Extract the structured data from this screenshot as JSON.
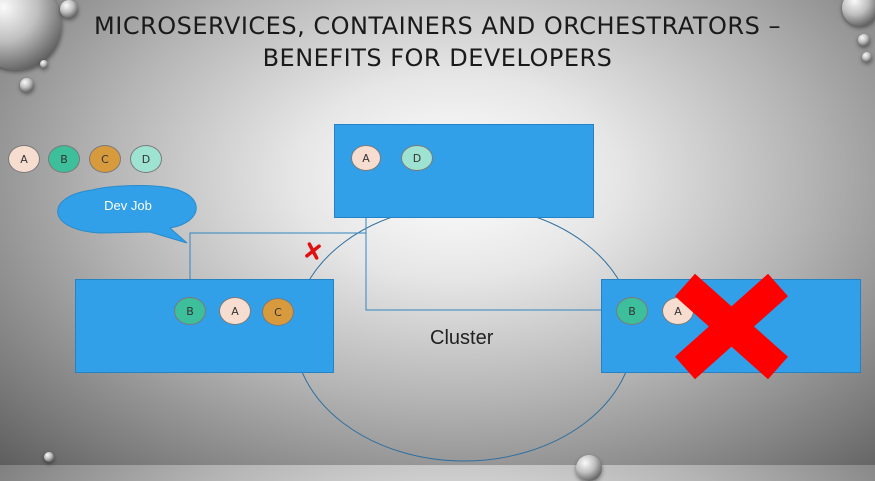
{
  "slide": {
    "title_line1": "Microservices, containers and orchestrators –",
    "title_line2": "benefits for developers"
  },
  "legend": {
    "items": [
      {
        "label": "A",
        "color": "#f6ddd0"
      },
      {
        "label": "B",
        "color": "#3cbf9a"
      },
      {
        "label": "C",
        "color": "#d79a3c"
      },
      {
        "label": "D",
        "color": "#9ee2d2"
      }
    ]
  },
  "callout": {
    "text": "Dev Job"
  },
  "cluster": {
    "label": "Cluster"
  },
  "nodes": {
    "top": {
      "containers": [
        "A",
        "D"
      ]
    },
    "left": {
      "containers": [
        "B",
        "A",
        "C"
      ]
    },
    "right": {
      "containers": [
        "B",
        "A"
      ],
      "status": "failed"
    }
  },
  "colors": {
    "node_fill": "#31a0e8",
    "failure_mark": "#ff0000",
    "callout_fill": "#31a0e8"
  }
}
